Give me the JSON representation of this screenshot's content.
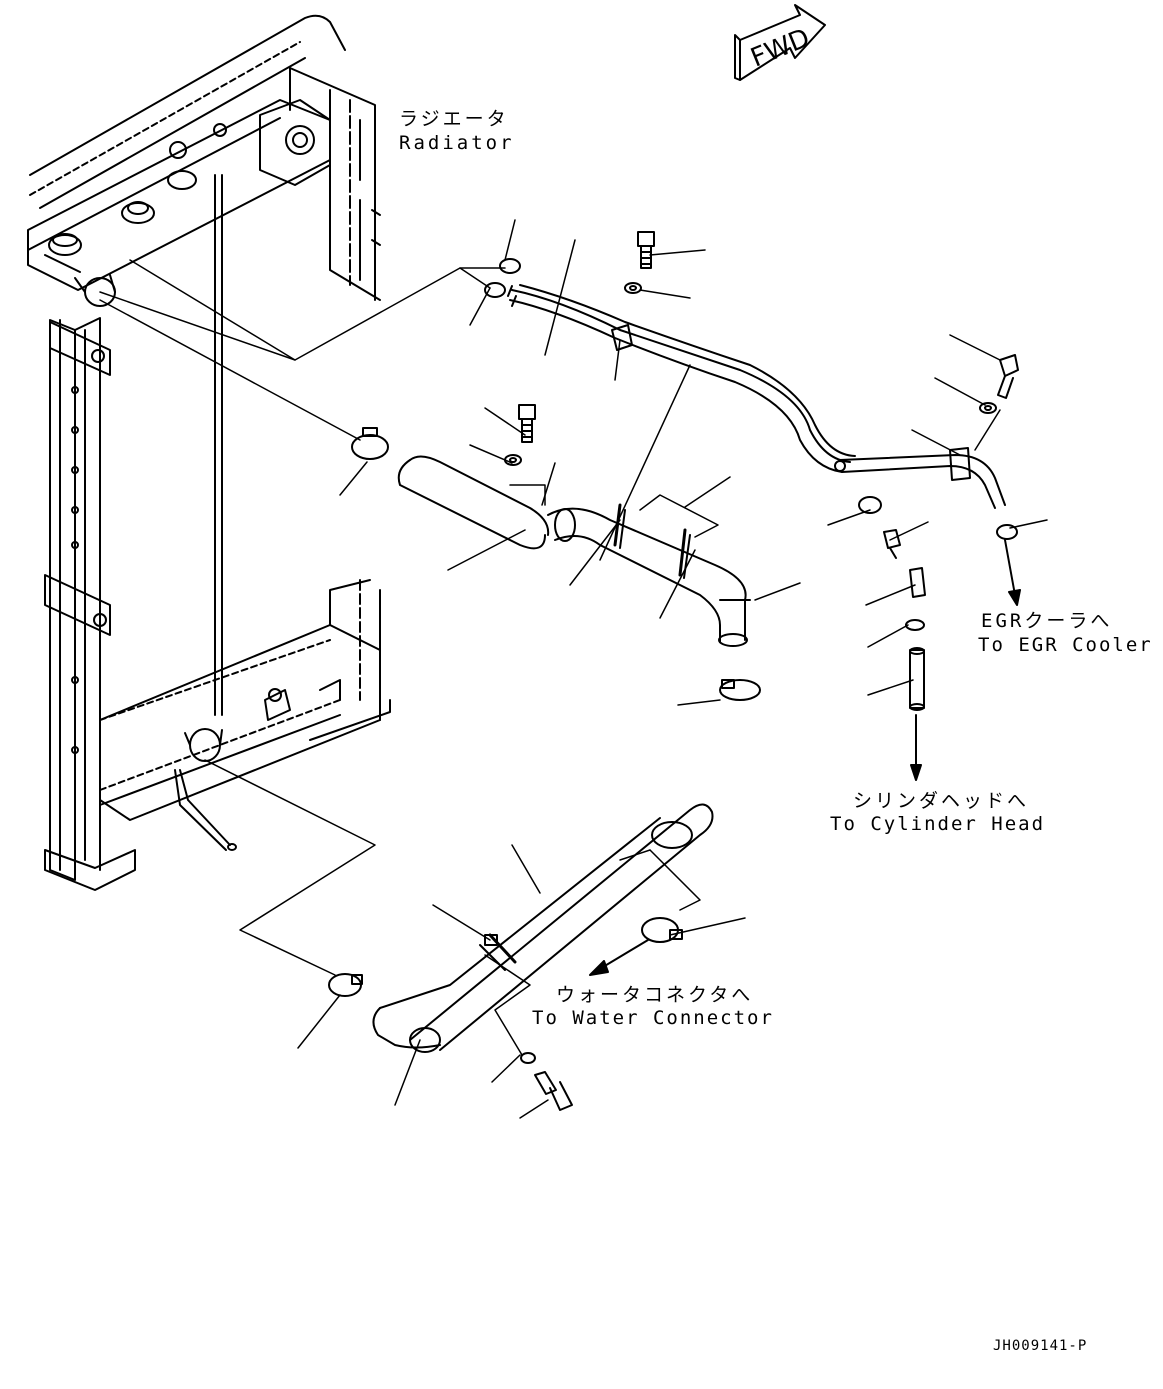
{
  "direction_marker": {
    "text": "FWD"
  },
  "labels": {
    "radiator": {
      "jp": "ラジエータ",
      "en": "Radiator"
    },
    "egr_cooler": {
      "jp": "EGRクーラへ",
      "en": "To EGR Cooler"
    },
    "cylinder_head": {
      "jp": "シリンダヘッドへ",
      "en": "To Cylinder Head"
    },
    "water_connector": {
      "jp": "ウォータコネクタへ",
      "en": "To Water Connector"
    }
  },
  "drawing_code": "JH009141-P"
}
